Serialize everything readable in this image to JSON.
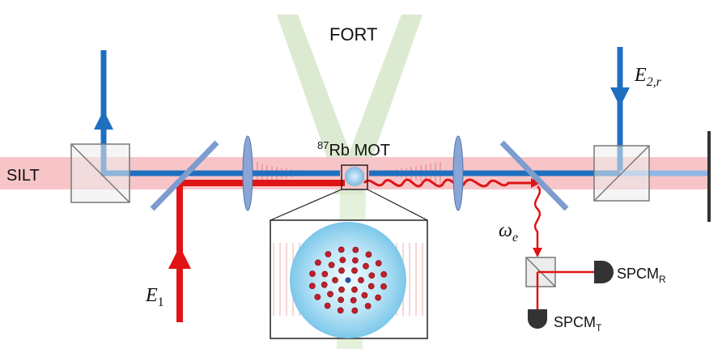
{
  "labels": {
    "fort": "FORT",
    "silt": "SILT",
    "mot_sup": "87",
    "mot_main": "Rb MOT",
    "e1_main": "E",
    "e1_sub": "1",
    "e2_main": "E",
    "e2_sub": "2,r",
    "omega_main": "ω",
    "omega_sub": "e",
    "spcm_r_main": "SPCM",
    "spcm_r_sub": "R",
    "spcm_t_main": "SPCM",
    "spcm_t_sub": "T"
  },
  "colors": {
    "probe_blue": "#1f6fbf",
    "signal_red": "#e01414",
    "silt_band": "#f7c5c8",
    "fort_green": "#cfe3c1",
    "detector": "#333333",
    "mirror": "#7d9ccf"
  },
  "icons": {
    "detector": "half-disc-detector-icon",
    "splitter": "beam-splitter-cube-icon",
    "lens": "lens-icon",
    "mirror": "mirror-icon"
  }
}
